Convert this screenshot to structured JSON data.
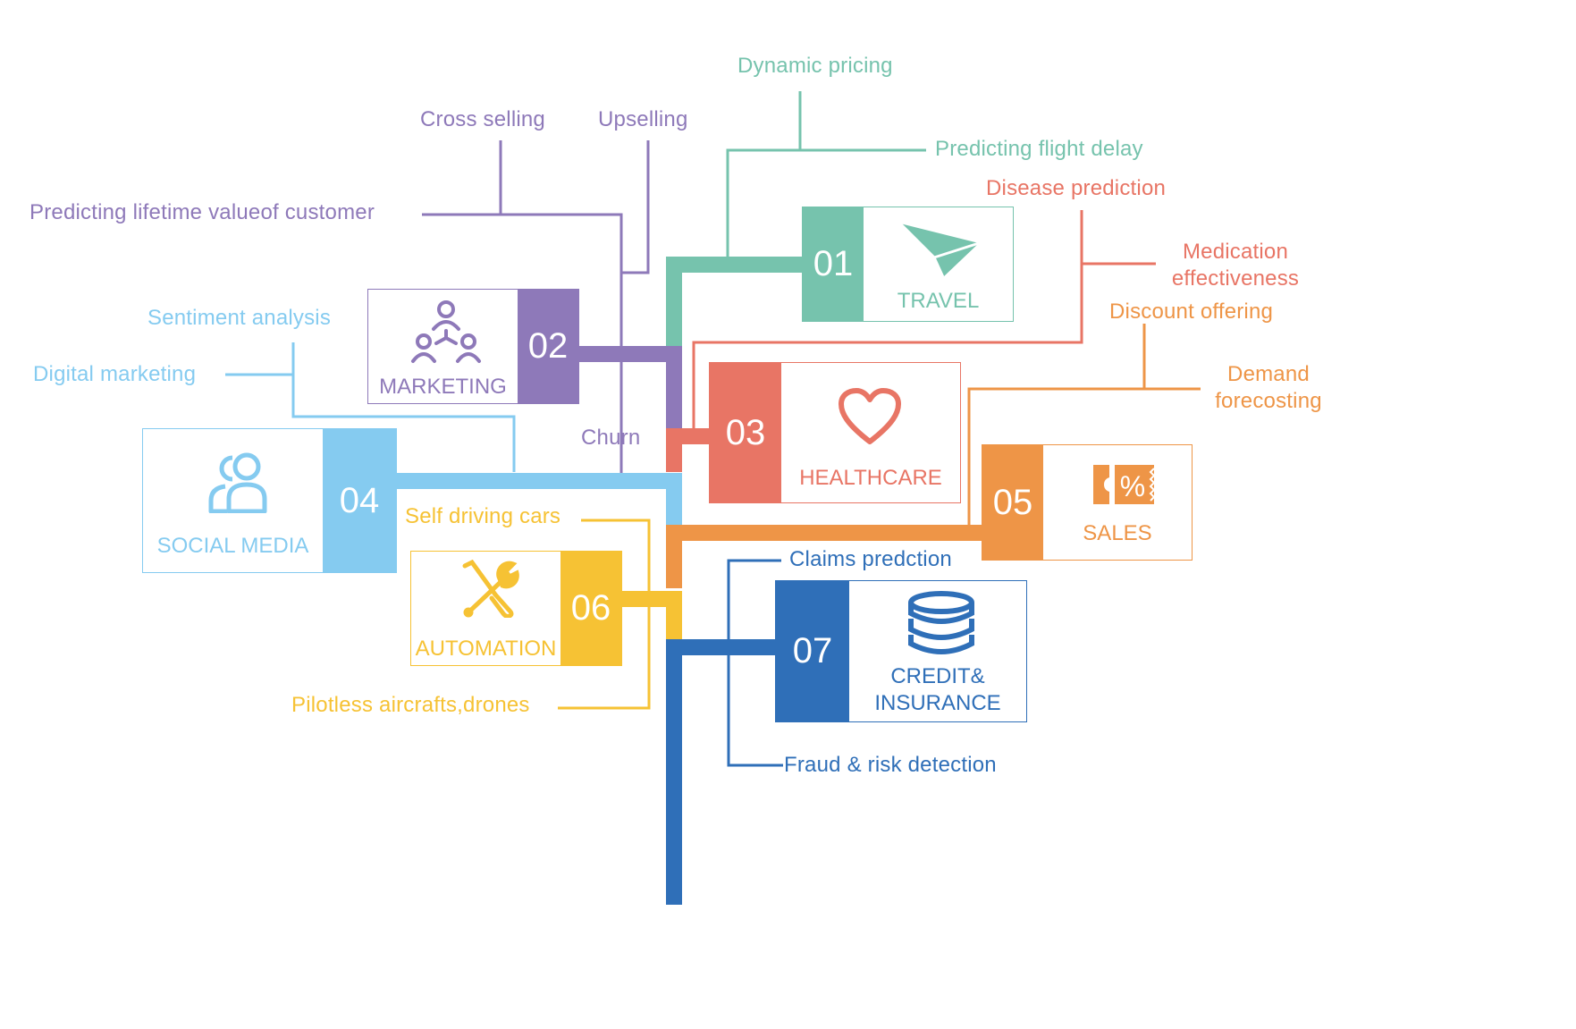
{
  "colors": {
    "travel": "#76C3AD",
    "marketing": "#8E79B9",
    "healthcare": "#E87565",
    "social": "#85CBF0",
    "sales": "#EE9547",
    "automation": "#F6C234",
    "credit": "#2F6FB8"
  },
  "categories": [
    {
      "id": "travel",
      "number": "01",
      "title": "TRAVEL",
      "icon": "paper-plane-icon"
    },
    {
      "id": "marketing",
      "number": "02",
      "title": "MARKETING",
      "icon": "team-network-icon"
    },
    {
      "id": "healthcare",
      "number": "03",
      "title": "HEALTHCARE",
      "icon": "heart-icon"
    },
    {
      "id": "social",
      "number": "04",
      "title": "SOCIAL MEDIA",
      "icon": "people-icon"
    },
    {
      "id": "sales",
      "number": "05",
      "title": "SALES",
      "icon": "discount-coupon-icon"
    },
    {
      "id": "automation",
      "number": "06",
      "title": "AUTOMATION",
      "icon": "wrench-screwdriver-icon"
    },
    {
      "id": "credit",
      "number": "07",
      "title_lines": [
        "CREDIT&",
        "INSURANCE"
      ],
      "icon": "coin-stack-icon"
    }
  ],
  "labels": {
    "travel": [
      "Dynamic pricing",
      "Predicting flight delay"
    ],
    "marketing": [
      "Cross selling",
      "Upselling",
      "Predicting lifetime valueof customer",
      "Churn"
    ],
    "healthcare": [
      "Disease prediction",
      "Medication",
      "effectiveness"
    ],
    "sales": [
      "Discount offering",
      "Demand",
      "forecosting"
    ],
    "social": [
      "Sentiment analysis",
      "Digital marketing"
    ],
    "automation": [
      "Self driving cars",
      "Pilotless aircrafts,drones"
    ],
    "credit": [
      "Claims predction",
      "Fraud & risk detection"
    ]
  }
}
